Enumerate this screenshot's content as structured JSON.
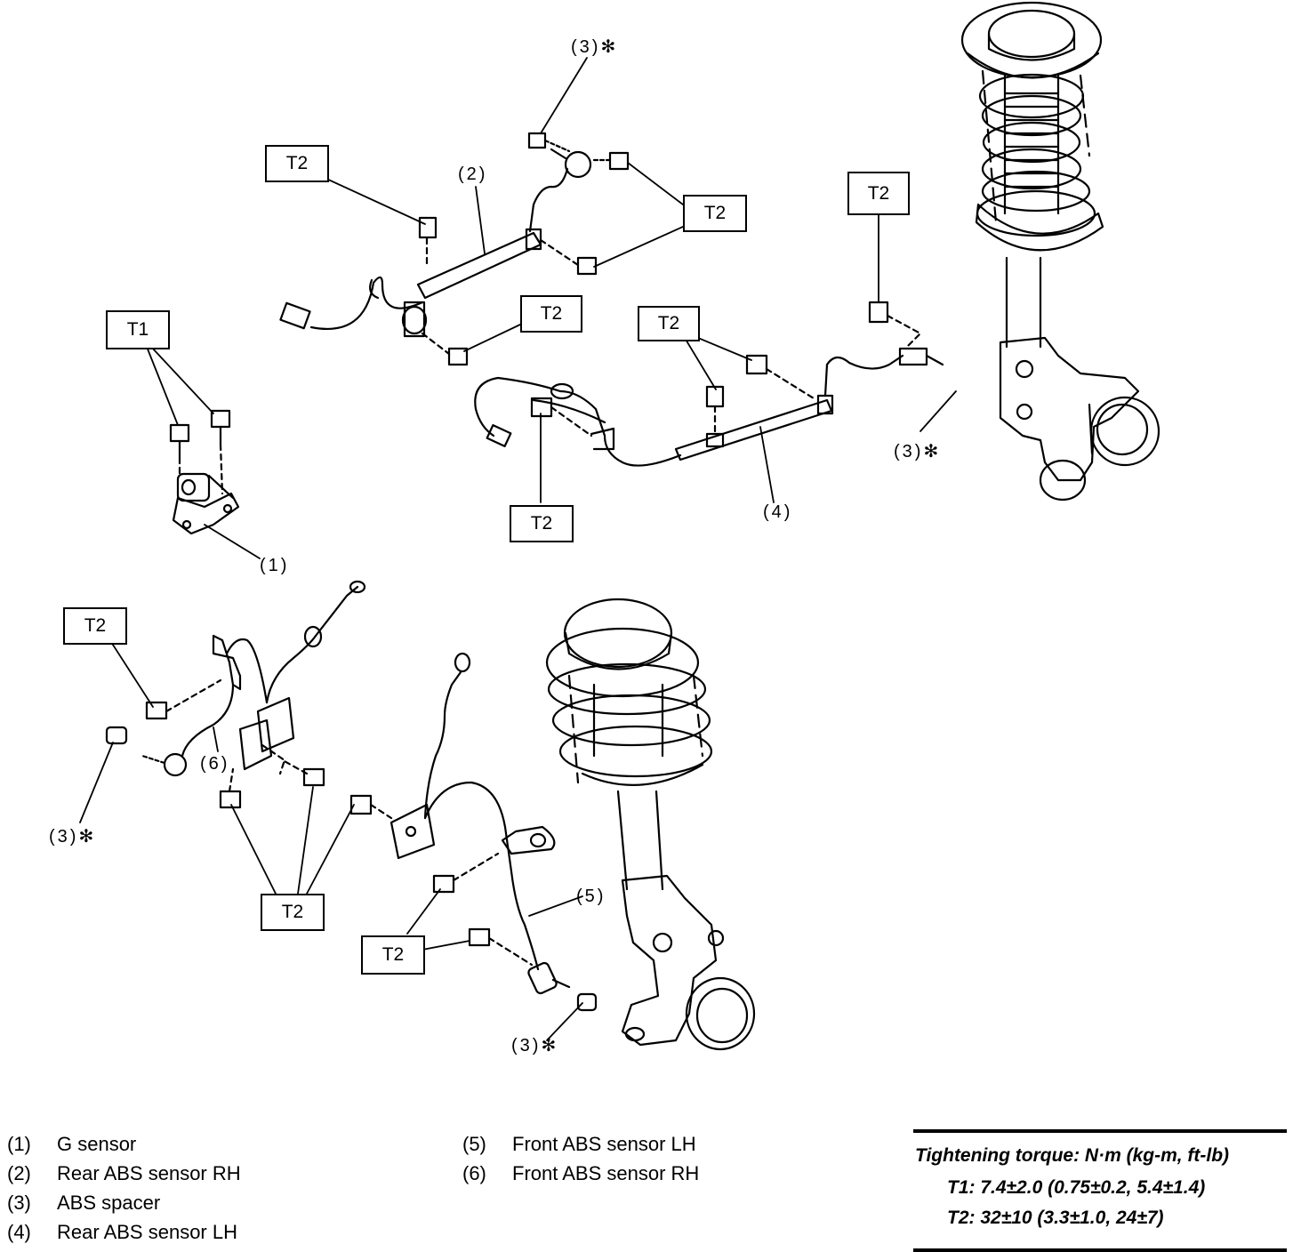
{
  "callouts": {
    "t1": "T1",
    "t2": "T2",
    "part1": "(1)",
    "part2": "(2)",
    "part3": "(3)",
    "part3_star": "(3)✻",
    "part4": "(4)",
    "part5": "(5)",
    "part6": "(6)"
  },
  "legend": [
    {
      "num": "(1)",
      "label": "G sensor"
    },
    {
      "num": "(2)",
      "label": "Rear ABS sensor RH"
    },
    {
      "num": "(3)",
      "label": "ABS spacer"
    },
    {
      "num": "(4)",
      "label": "Rear ABS sensor LH"
    },
    {
      "num": "(5)",
      "label": "Front ABS sensor LH"
    },
    {
      "num": "(6)",
      "label": "Front ABS sensor RH"
    }
  ],
  "torque": {
    "title": "Tightening torque: N·m (kg-m, ft-lb)",
    "t1": "T1: 7.4±2.0 (0.75±0.2, 5.4±1.4)",
    "t2": "T2: 32±10 (3.3±1.0, 24±7)"
  }
}
